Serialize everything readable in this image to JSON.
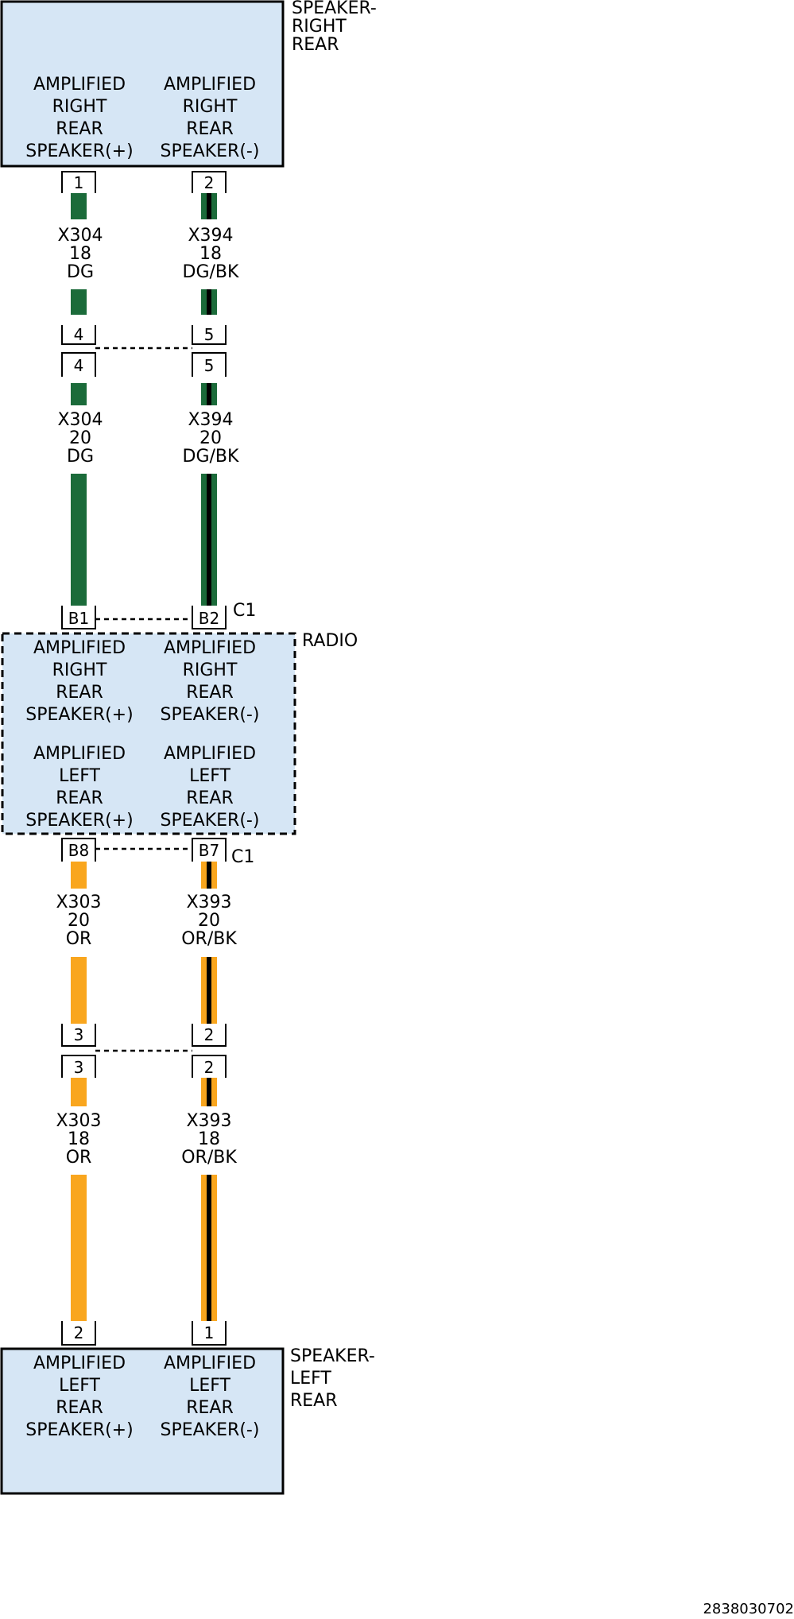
{
  "components": {
    "speaker_right": {
      "name": "SPEAKER-\nRIGHT\nREAR",
      "fill": "#d6e6f5",
      "circuits": [
        "AMPLIFIED\nRIGHT\nREAR\nSPEAKER(+)",
        "AMPLIFIED\nRIGHT\nREAR\nSPEAKER(-)"
      ]
    },
    "radio": {
      "name": "RADIO",
      "fill": "#d6e6f5",
      "upper_circuits": [
        "AMPLIFIED\nRIGHT\nREAR\nSPEAKER(+)",
        "AMPLIFIED\nRIGHT\nREAR\nSPEAKER(-)"
      ],
      "lower_circuits": [
        "AMPLIFIED\nLEFT\nREAR\nSPEAKER(+)",
        "AMPLIFIED\nLEFT\nREAR\nSPEAKER(-)"
      ]
    },
    "speaker_left": {
      "name": "SPEAKER-\nLEFT\nREAR",
      "fill": "#d6e6f5",
      "circuits": [
        "AMPLIFIED\nLEFT\nREAR\nSPEAKER(+)",
        "AMPLIFIED\nLEFT\nREAR\nSPEAKER(-)"
      ]
    }
  },
  "pins": {
    "speaker_right": [
      "1",
      "2"
    ],
    "inline_upper_top": [
      "4",
      "5"
    ],
    "inline_upper_bottom": [
      "4",
      "5"
    ],
    "radio_top": [
      "B1",
      "B2"
    ],
    "radio_bottom": [
      "B8",
      "B7"
    ],
    "inline_lower_top": [
      "3",
      "2"
    ],
    "inline_lower_bottom": [
      "3",
      "2"
    ],
    "speaker_left": [
      "2",
      "1"
    ]
  },
  "connectors": {
    "radio_top": "C1",
    "radio_bottom": "C1"
  },
  "wires": {
    "right_upper": [
      {
        "circuit": "X304",
        "gauge": "18",
        "color": "DG"
      },
      {
        "circuit": "X394",
        "gauge": "18",
        "color": "DG/BK"
      }
    ],
    "right_lower": [
      {
        "circuit": "X304",
        "gauge": "20",
        "color": "DG"
      },
      {
        "circuit": "X394",
        "gauge": "20",
        "color": "DG/BK"
      }
    ],
    "left_upper": [
      {
        "circuit": "X303",
        "gauge": "20",
        "color": "OR"
      },
      {
        "circuit": "X393",
        "gauge": "20",
        "color": "OR/BK"
      }
    ],
    "left_lower": [
      {
        "circuit": "X303",
        "gauge": "18",
        "color": "OR"
      },
      {
        "circuit": "X393",
        "gauge": "18",
        "color": "OR/BK"
      }
    ]
  },
  "wire_colors": {
    "DG": "#1b6b3a",
    "OR": "#f9a61e",
    "BK": "#000000"
  },
  "figure_id": "2838030702"
}
